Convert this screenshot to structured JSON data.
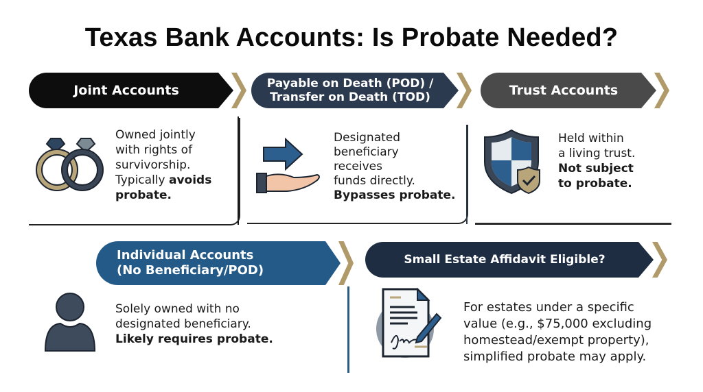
{
  "title": "Texas Bank Accounts: Is Probate Needed?",
  "colors": {
    "black_banner": "#0d0d0d",
    "navy": "#2b3a4e",
    "gray": "#4a4a4a",
    "blue": "#245a87",
    "dark_navy": "#1e2d42",
    "gold": "#b09a6a"
  },
  "cards": [
    {
      "id": "joint",
      "header": "Joint Accounts",
      "icon": "wedding-rings-icon",
      "text_lines": [
        "Owned jointly",
        "with rights of",
        "survivorship.",
        "Typically "
      ],
      "text_bold_inline": "avoids",
      "text_bold_last": "probate."
    },
    {
      "id": "pod",
      "header_line1": "Payable on Death (POD) /",
      "header_line2": "Transfer on Death (TOD)",
      "icon": "hand-receiving-arrow-icon",
      "text_lines": [
        "Designated",
        "beneficiary",
        "receives",
        "funds directly."
      ],
      "text_bold": "Bypasses probate."
    },
    {
      "id": "trust",
      "header": "Trust Accounts",
      "icon": "shield-check-icon",
      "text_lines": [
        "Held within",
        "a living trust."
      ],
      "text_bold_lines": [
        "Not subject",
        "to probate."
      ]
    },
    {
      "id": "individual",
      "header_line1": "Individual Accounts",
      "header_line2": "(No Beneficiary/POD)",
      "icon": "person-icon",
      "text_lines": [
        "Solely owned with no",
        "designated beneficiary."
      ],
      "text_bold": "Likely requires probate."
    },
    {
      "id": "small-estate",
      "header": "Small Estate Affidavit Eligible?",
      "icon": "signed-document-icon",
      "text_lines": [
        "For estates under a specific",
        "value (e.g., $75,000 excluding",
        "homestead/exempt property),",
        "simplified probate may apply."
      ]
    }
  ]
}
